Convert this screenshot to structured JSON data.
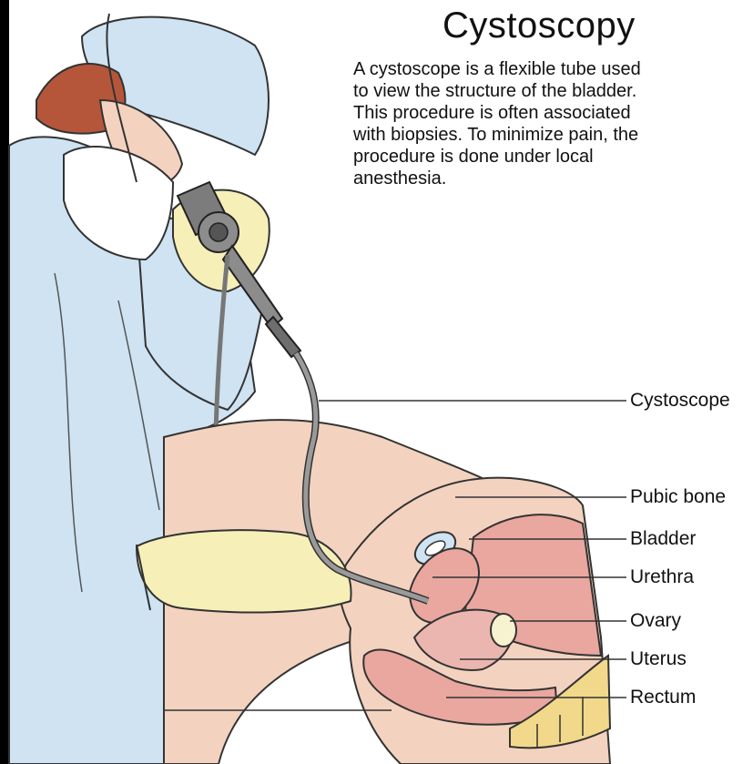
{
  "title": "Cystoscopy",
  "description_lines": [
    "A cystoscope is a flexible tube used",
    "to view the structure of the bladder.",
    "This procedure is often associated",
    "with biopsies.  To minimize pain, the",
    "procedure is done under local",
    "anesthesia."
  ],
  "labels": {
    "cystoscope": "Cystoscope",
    "pubic_bone": "Pubic bone",
    "bladder": "Bladder",
    "urethra": "Urethra",
    "ovary": "Ovary",
    "uterus": "Uterus",
    "rectum": "Rectum"
  },
  "colors": {
    "gown": "#cfe3f2",
    "cap": "#cfe3f2",
    "glove": "#f6efb8",
    "skin": "#f3d3bf",
    "organ": "#e9a7a0",
    "bone": "#f2d88a",
    "scope": "#9a9a9a",
    "hair": "#b5563a"
  }
}
